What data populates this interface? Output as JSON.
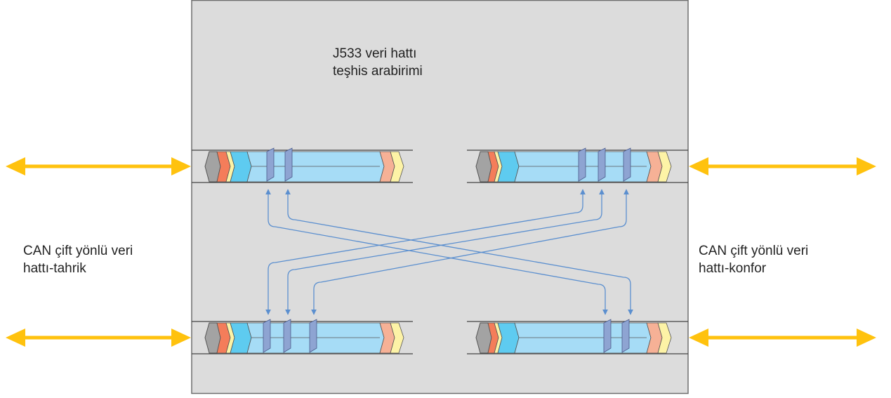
{
  "gateway": {
    "title_line1": "J533 veri hattı",
    "title_line2": "teşhis arabirimi"
  },
  "buses": {
    "left_line1": "CAN çift yönlü veri",
    "left_line2": "hattı-tahrik",
    "right_line1": "CAN çift yönlü veri",
    "right_line2": "hattı-konfor"
  },
  "colors": {
    "gateway_box": "#dcdcdc",
    "gateway_border": "#6e6e6e",
    "bus_arrow": "#ffc20e",
    "message_body": "#a6dcf6",
    "message_accent": "#5ecbf0",
    "message_red": "#f47d5a",
    "message_salmon": "#f6b196",
    "message_yellow": "#fdf3a6",
    "message_cap": "#a3a3a3",
    "routing_line": "#5b8fcf",
    "slot": "#8ea4d2"
  }
}
